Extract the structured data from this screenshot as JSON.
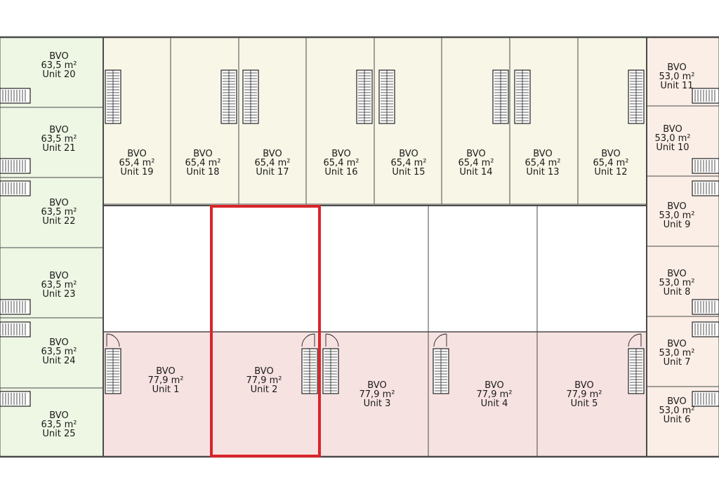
{
  "colors": {
    "green": "#eef6e4",
    "cream": "#f8f6e6",
    "pink": "#f7e2e2",
    "peach": "#fbeee6",
    "wall": "#4a4a4a",
    "highlight": "#d9252a"
  },
  "units": [
    {
      "id": "unit-20",
      "type": "BVO",
      "area": "63,5 m²",
      "name": "Unit 20"
    },
    {
      "id": "unit-21",
      "type": "BVO",
      "area": "63,5 m²",
      "name": "Unit 21"
    },
    {
      "id": "unit-22",
      "type": "BVO",
      "area": "63,5 m²",
      "name": "Unit 22"
    },
    {
      "id": "unit-23",
      "type": "BVO",
      "area": "63,5 m²",
      "name": "Unit 23"
    },
    {
      "id": "unit-24",
      "type": "BVO",
      "area": "63,5 m²",
      "name": "Unit 24"
    },
    {
      "id": "unit-25",
      "type": "BVO",
      "area": "63,5 m²",
      "name": "Unit 25"
    },
    {
      "id": "unit-19",
      "type": "BVO",
      "area": "65,4 m²",
      "name": "Unit 19"
    },
    {
      "id": "unit-18",
      "type": "BVO",
      "area": "65,4 m²",
      "name": "Unit 18"
    },
    {
      "id": "unit-17",
      "type": "BVO",
      "area": "65,4 m²",
      "name": "Unit 17"
    },
    {
      "id": "unit-16",
      "type": "BVO",
      "area": "65,4 m²",
      "name": "Unit 16"
    },
    {
      "id": "unit-15",
      "type": "BVO",
      "area": "65,4 m²",
      "name": "Unit 15"
    },
    {
      "id": "unit-14",
      "type": "BVO",
      "area": "65,4 m²",
      "name": "Unit 14"
    },
    {
      "id": "unit-13",
      "type": "BVO",
      "area": "65,4 m²",
      "name": "Unit 13"
    },
    {
      "id": "unit-12",
      "type": "BVO",
      "area": "65,4 m²",
      "name": "Unit 12"
    },
    {
      "id": "unit-11",
      "type": "BVO",
      "area": "53,0 m²",
      "name": "Unit 11"
    },
    {
      "id": "unit-10",
      "type": "BVO",
      "area": "53,0 m²",
      "name": "Unit 10"
    },
    {
      "id": "unit-9",
      "type": "BVO",
      "area": "53,0 m²",
      "name": "Unit 9"
    },
    {
      "id": "unit-8",
      "type": "BVO",
      "area": "53,0 m²",
      "name": "Unit 8"
    },
    {
      "id": "unit-7",
      "type": "BVO",
      "area": "53,0 m²",
      "name": "Unit 7"
    },
    {
      "id": "unit-6",
      "type": "BVO",
      "area": "53,0 m²",
      "name": "Unit 6"
    },
    {
      "id": "unit-1",
      "type": "BVO",
      "area": "77,9 m²",
      "name": "Unit 1"
    },
    {
      "id": "unit-2",
      "type": "BVO",
      "area": "77,9 m²",
      "name": "Unit 2",
      "highlighted": true
    },
    {
      "id": "unit-3",
      "type": "BVO",
      "area": "77,9 m²",
      "name": "Unit 3"
    },
    {
      "id": "unit-4",
      "type": "BVO",
      "area": "77,9 m²",
      "name": "Unit 4"
    },
    {
      "id": "unit-5",
      "type": "BVO",
      "area": "77,9 m²",
      "name": "Unit 5"
    }
  ]
}
